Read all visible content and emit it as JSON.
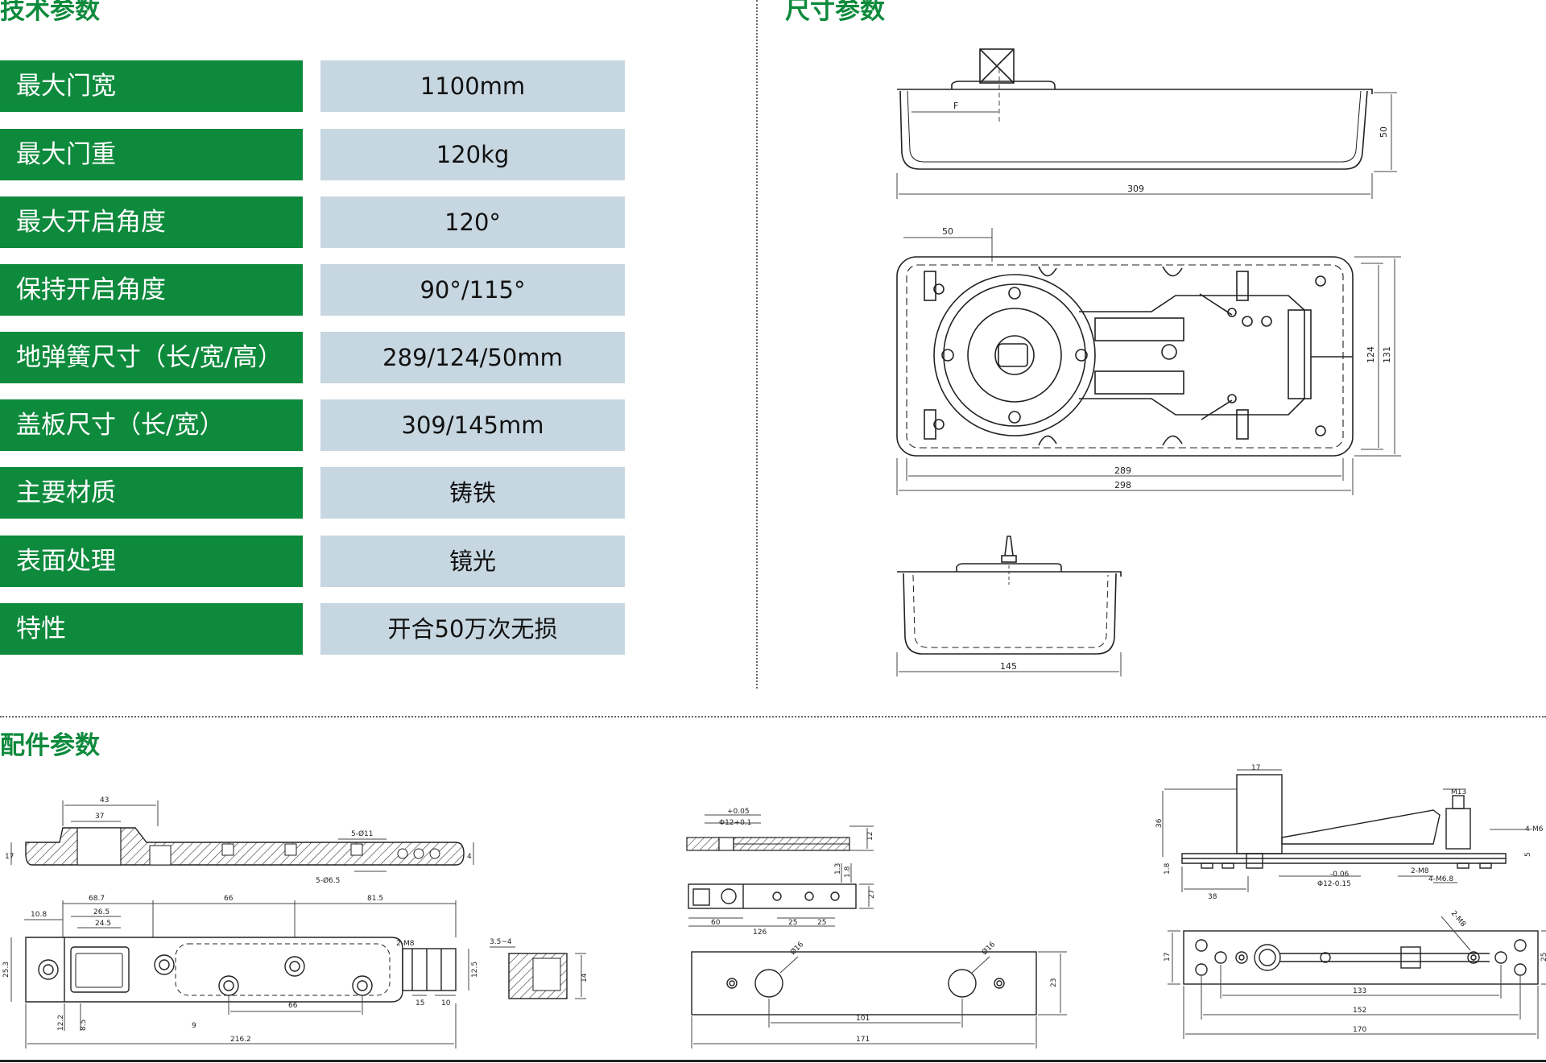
{
  "sections": {
    "tech": "技术参数",
    "dimensions": "尺寸参数",
    "accessories": "配件参数"
  },
  "specs": [
    {
      "label": "最大门宽",
      "value": "1100mm"
    },
    {
      "label": "最大门重",
      "value": "120kg"
    },
    {
      "label": "最大开启角度",
      "value": "120°"
    },
    {
      "label": "保持开启角度",
      "value": "90°/115°"
    },
    {
      "label": "地弹簧尺寸（长/宽/高）",
      "value": "289/124/50mm"
    },
    {
      "label": "盖板尺寸（长/宽）",
      "value": "309/145mm"
    },
    {
      "label": "主要材质",
      "value": "铸铁"
    },
    {
      "label": "表面处理",
      "value": "镜光"
    },
    {
      "label": "特性",
      "value": "开合50万次无损"
    }
  ],
  "dimension_drawings": {
    "side": {
      "f_label": "F",
      "height": "50",
      "length": "309"
    },
    "top": {
      "offset": "50",
      "width_inner": "124",
      "width_outer": "131",
      "len_inner": "289",
      "len_outer": "298"
    },
    "front": {
      "width": "145"
    }
  },
  "accessories": {
    "a": {
      "d43": "43",
      "d37": "37",
      "d5_11": "5-Ø11",
      "d5_6_5": "5-Ø6.5",
      "d4": "4",
      "d68_7": "68.7",
      "d66a": "66",
      "d81_5": "81.5",
      "d26_5": "26.5",
      "d24_5": "24.5",
      "d10_8": "10.8",
      "d2m8": "2-M8",
      "d3_5": "3.5~4",
      "d12_2": "12.2",
      "d8_5": "8.5",
      "d9": "9",
      "d66b": "66",
      "d15": "15",
      "d10": "10",
      "d12_5": "12.5",
      "d14": "14",
      "d216_2": "216.2",
      "d25_3": "25.3",
      "d17": "17"
    },
    "b": {
      "tol_top": "+0.05",
      "tol_phi": "Φ12+0.1",
      "d12": "12",
      "d1_3": "1.3",
      "d1_8": "1.8",
      "d27": "27",
      "d60": "60",
      "d25a": "25",
      "d25b": "25",
      "d126": "126",
      "phi16a": "Ø16",
      "phi16b": "Ø16",
      "d23": "23",
      "d101": "101",
      "d171": "171"
    },
    "c": {
      "d17a": "17",
      "m13": "M13",
      "d36": "36",
      "d4m6": "4-M6",
      "d1_8": "1.8",
      "d38": "38",
      "tol_a": "-0.06",
      "tol_b": "Φ12-0.15",
      "d2m8": "2-M8",
      "d4m8": "4-M6.8",
      "d2m8b": "2-M8",
      "d17b": "17",
      "d25": "25",
      "d133": "133",
      "d152": "152",
      "d170": "170",
      "d5": "5"
    }
  }
}
